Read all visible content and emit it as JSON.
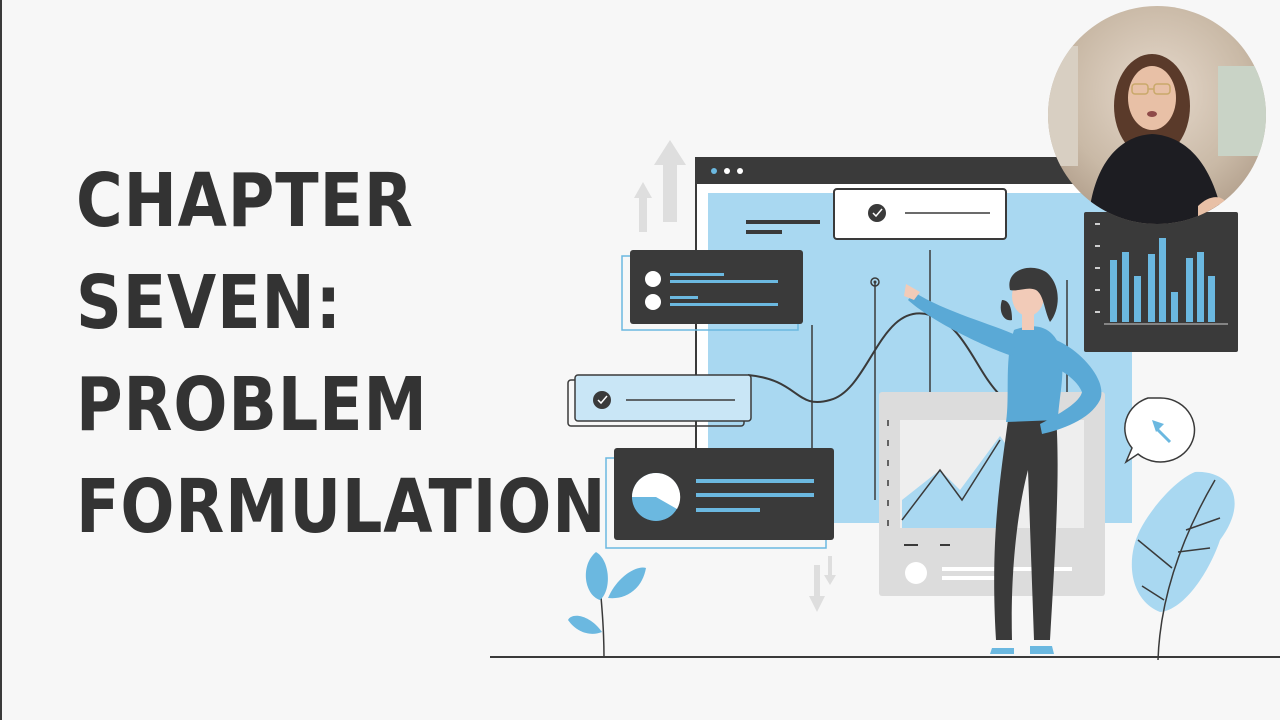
{
  "title": {
    "lines": [
      "CHAPTER",
      "SEVEN:",
      "PROBLEM",
      "FORMULATION"
    ]
  },
  "colors": {
    "background": "#f7f7f7",
    "dark": "#3a3a3a",
    "accent_blue": "#6bb8e0",
    "light_blue": "#a9d8f1",
    "light_gray": "#dcdcdc"
  },
  "icons": {
    "webcam": "presenter-webcam",
    "arrow_up": "arrow-up-icon",
    "arrow_down": "arrow-down-icon",
    "check": "check-icon",
    "pie": "pie-chart-icon",
    "cursor": "cursor-icon",
    "leaf": "leaf-icon"
  }
}
